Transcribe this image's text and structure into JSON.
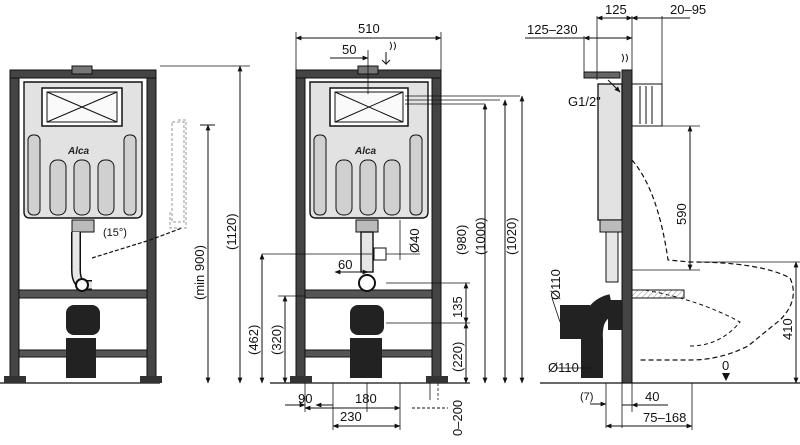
{
  "brand": "Alca",
  "center_frame": {
    "width_label": "510",
    "inlet_offset_label": "50",
    "outlet_offset_label": "60",
    "pipe_diameter_label": "Ø40",
    "height_labels": [
      "(980)",
      "(1000)",
      "(1020)"
    ],
    "left_heights": [
      "(462)",
      "(320)",
      "(220)"
    ],
    "bolt_height_label": "135",
    "bottom_labels": [
      "90",
      "180",
      "230",
      "0–200"
    ]
  },
  "left_frame": {
    "height_label": "(1120)",
    "min_height_label": "(min 900)",
    "angle_label": "(15°)"
  },
  "side_view": {
    "top_labels": [
      "125",
      "20–95",
      "125–230"
    ],
    "thread_label": "G1/2\"",
    "height_590": "590",
    "dia_label_1": "Ø110",
    "dia_label_2": "Ø110",
    "floor_height": "410",
    "zero_label": "0",
    "bottom_labels": [
      "(7)",
      "40",
      "75–168"
    ]
  }
}
